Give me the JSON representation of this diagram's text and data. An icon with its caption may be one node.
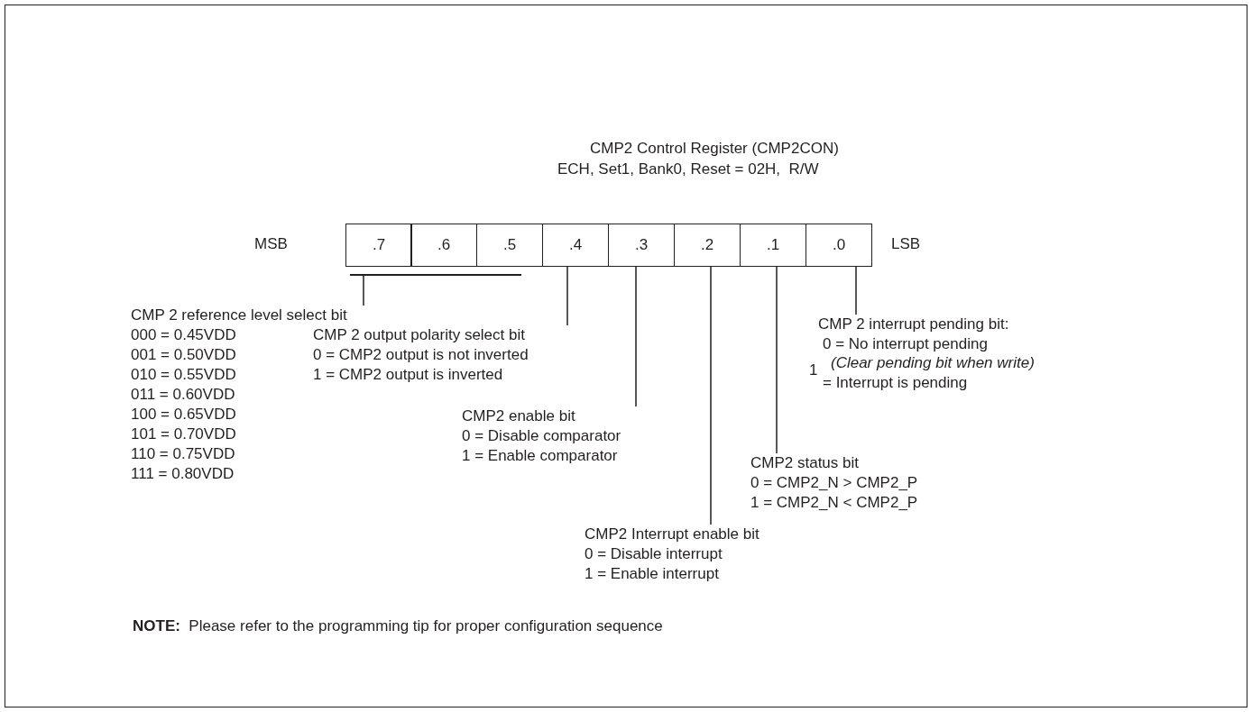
{
  "diagram": {
    "title": "CMP2 Control Register (CMP2CON)",
    "nodes": [
      {
        "text": [
          ".7"
        ]
      },
      {
        "text": [
          ".6"
        ]
      },
      {
        "text": [
          ".5"
        ]
      },
      {
        "text": [
          ".4"
        ]
      },
      {
        "text": [
          ".3"
        ]
      },
      {
        "text": [
          ".2"
        ]
      },
      {
        "text": [
          ".1"
        ]
      },
      {
        "text": [
          ".0"
        ]
      },
      {
        "text": [],
        "shape": "bar"
      },
      {
        "text": [
          "CMP 2 reference level select bit",
          "000 = 0.45VDD",
          "001 = 0.50VDD",
          "010 = 0.55VDD",
          "011 = 0.60VDD",
          "100 = 0.65VDD",
          "101 = 0.70VDD",
          "110 = 0.75VDD",
          "111 = 0.80VDD"
        ]
      },
      {
        "text": [
          "CMP 2 output polarity select bit",
          "0 = CMP2 output is not inverted",
          "1 = CMP2 output is inverted"
        ]
      },
      {
        "text": [
          "CMP2 enable bit",
          "0 = Disable comparator",
          "1 = Enable comparator"
        ]
      },
      {
        "text": [
          "CMP2 Interrupt enable bit",
          "0 = Disable interrupt",
          "1 = Enable interrupt"
        ]
      },
      {
        "text": [
          "CMP2 status bit",
          "0 = CMP2_N > CMP2_P",
          "1 = CMP2_N < CMP2_P"
        ]
      },
      {
        "text": [
          "CMP 2 interrupt pending bit:",
          "0 = No interrupt pending",
          "(Clear pending bit when write)",
          "1",
          "= Interrupt is pending"
        ]
      }
    ],
    "edges": [
      {
        "from": 9,
        "to": 8,
        "arrow": "none"
      },
      {
        "from": 10,
        "to": 3,
        "arrow": "none"
      },
      {
        "from": 11,
        "to": 4,
        "arrow": "none"
      },
      {
        "from": 12,
        "to": 5,
        "arrow": "none"
      },
      {
        "from": 13,
        "to": 6,
        "arrow": "none"
      },
      {
        "from": 14,
        "to": 7,
        "arrow": "none"
      }
    ],
    "labels": [
      "ECH, Set1, Bank0, Reset = 02H,  R/W",
      "MSB",
      "LSB",
      "**NOTE:**  Please refer to the programming tip for proper configuration sequence"
    ]
  }
}
